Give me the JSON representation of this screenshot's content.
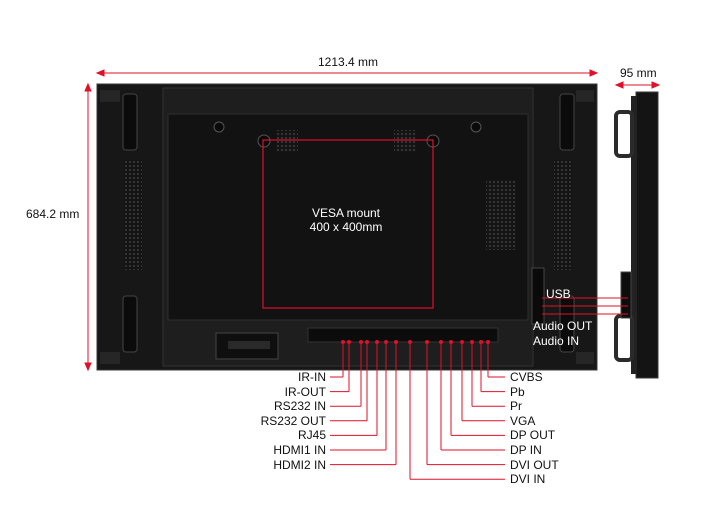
{
  "dimensions": {
    "width": "1213.4 mm",
    "height": "684.2 mm",
    "depth": "95 mm"
  },
  "vesa": {
    "line1": "VESA mount",
    "line2": "400 x 400mm"
  },
  "side_ports": {
    "usb": "USB",
    "audio_out": "Audio OUT",
    "audio_in": "Audio IN"
  },
  "left_ports": [
    "IR-IN",
    "IR-OUT",
    "RS232 IN",
    "RS232 OUT",
    "RJ45",
    "HDMI1 IN",
    "HDMI2 IN"
  ],
  "right_ports": [
    "CVBS",
    "Pb",
    "Pr",
    "VGA",
    "DP OUT",
    "DP IN",
    "DVI OUT",
    "DVI IN"
  ],
  "colors": {
    "accent": "#e0102a",
    "panel": "#141414",
    "panel_inner": "#1c1c1c",
    "frame": "#2a2a2a"
  }
}
